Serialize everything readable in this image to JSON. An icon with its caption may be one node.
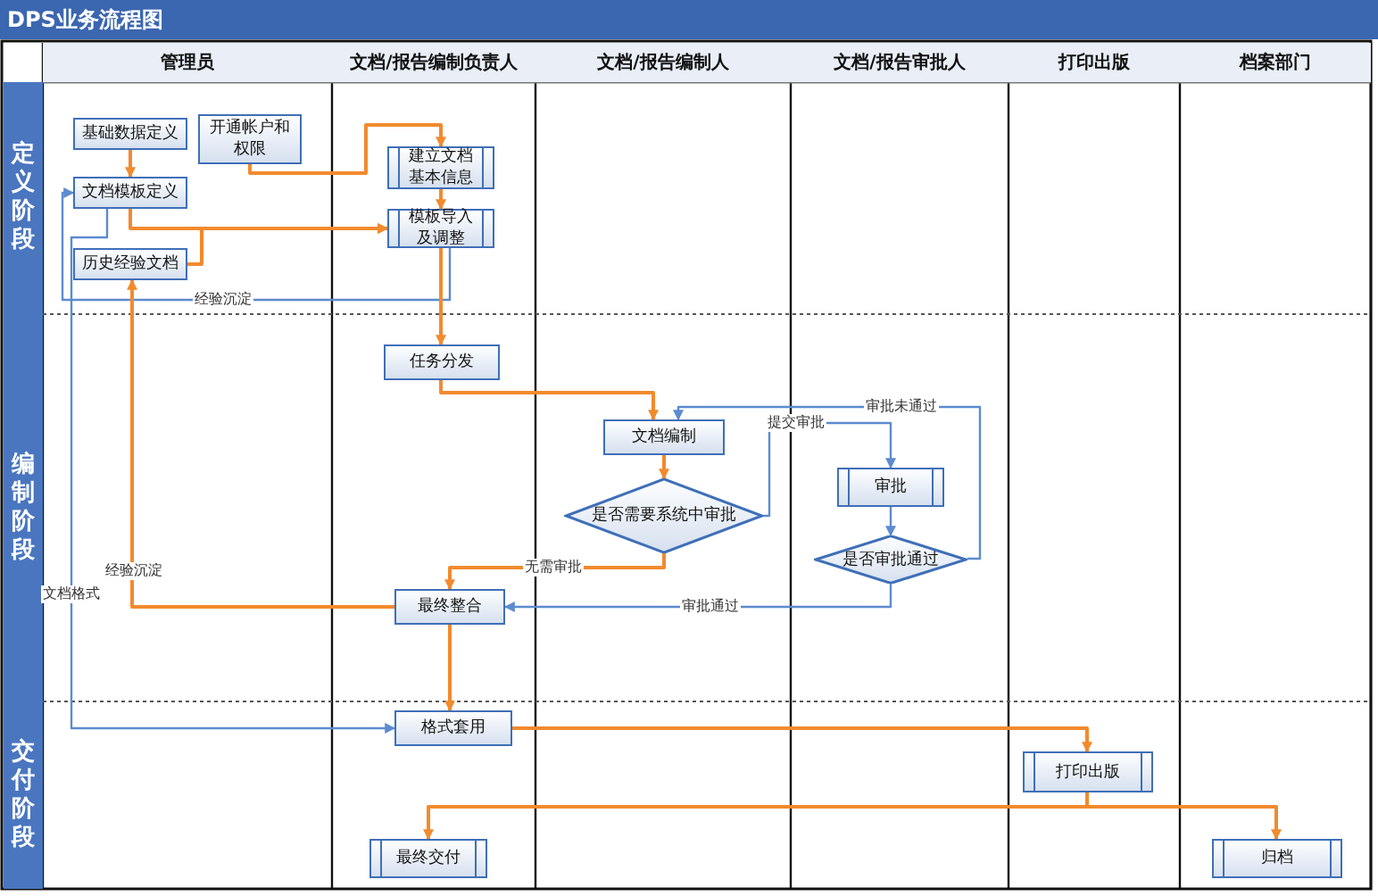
{
  "diagram": {
    "title": "DPS业务流程图",
    "nodes": [
      {
        "text": [
          "基础数据定义"
        ]
      },
      {
        "text": [
          "开通帐户和权限"
        ]
      },
      {
        "text": [
          "文档模板定义"
        ]
      },
      {
        "text": [
          "历史经验文档"
        ]
      },
      {
        "text": [
          "建立文档基本信息"
        ]
      },
      {
        "text": [
          "模板导入及调整"
        ]
      },
      {
        "text": [
          "任务分发"
        ]
      },
      {
        "text": [
          "文档编制"
        ]
      },
      {
        "text": [
          "是否需要系统中审批"
        ]
      },
      {
        "text": [
          "审批"
        ]
      },
      {
        "text": [
          "是否审批通过"
        ]
      },
      {
        "text": [
          "最终整合"
        ]
      },
      {
        "text": [
          "格式套用"
        ]
      },
      {
        "text": [
          "打印出版"
        ]
      },
      {
        "text": [
          "最终交付"
        ]
      },
      {
        "text": [
          "归档"
        ]
      }
    ],
    "edges": [
      {
        "from": 0,
        "to": 2,
        "arrow": "to"
      },
      {
        "from": 1,
        "to": 4,
        "arrow": "to"
      },
      {
        "from": 4,
        "to": 5,
        "arrow": "to"
      },
      {
        "from": 2,
        "to": 5,
        "arrow": "to"
      },
      {
        "from": 3,
        "to": 5,
        "arrow": "to"
      },
      {
        "from": 5,
        "to": 2,
        "arrow": "to",
        "label": "经验沉淀",
        "color": "#5b8bd0"
      },
      {
        "from": 5,
        "to": 6,
        "arrow": "to"
      },
      {
        "from": 6,
        "to": 7,
        "arrow": "to"
      },
      {
        "from": 7,
        "to": 8,
        "arrow": "to"
      },
      {
        "from": 8,
        "to": 9,
        "arrow": "to",
        "label": "提交审批",
        "color": "#5b8bd0"
      },
      {
        "from": 9,
        "to": 10,
        "arrow": "to",
        "color": "#5b8bd0"
      },
      {
        "from": 10,
        "to": 7,
        "arrow": "to",
        "label": "审批未通过",
        "color": "#5b8bd0"
      },
      {
        "from": 10,
        "to": 11,
        "arrow": "to",
        "label": "审批通过",
        "color": "#5b8bd0"
      },
      {
        "from": 8,
        "to": 11,
        "arrow": "to",
        "label": "无需审批"
      },
      {
        "from": 11,
        "to": 3,
        "arrow": "to",
        "label": "经验沉淀"
      },
      {
        "from": 2,
        "to": 12,
        "arrow": "to",
        "label": "文档格式",
        "color": "#5b8bd0"
      },
      {
        "from": 11,
        "to": 12,
        "arrow": "to"
      },
      {
        "from": 12,
        "to": 13,
        "arrow": "to"
      },
      {
        "from": 13,
        "to": 14,
        "arrow": "to"
      },
      {
        "from": 13,
        "to": 15,
        "arrow": "to"
      }
    ],
    "labels": [
      "管理员",
      "文档/报告编制负责人",
      "文档/报告编制人",
      "文档/报告审批人",
      "打印出版",
      "档案部门",
      "定义阶段",
      "编制阶段",
      "交付阶段"
    ]
  }
}
